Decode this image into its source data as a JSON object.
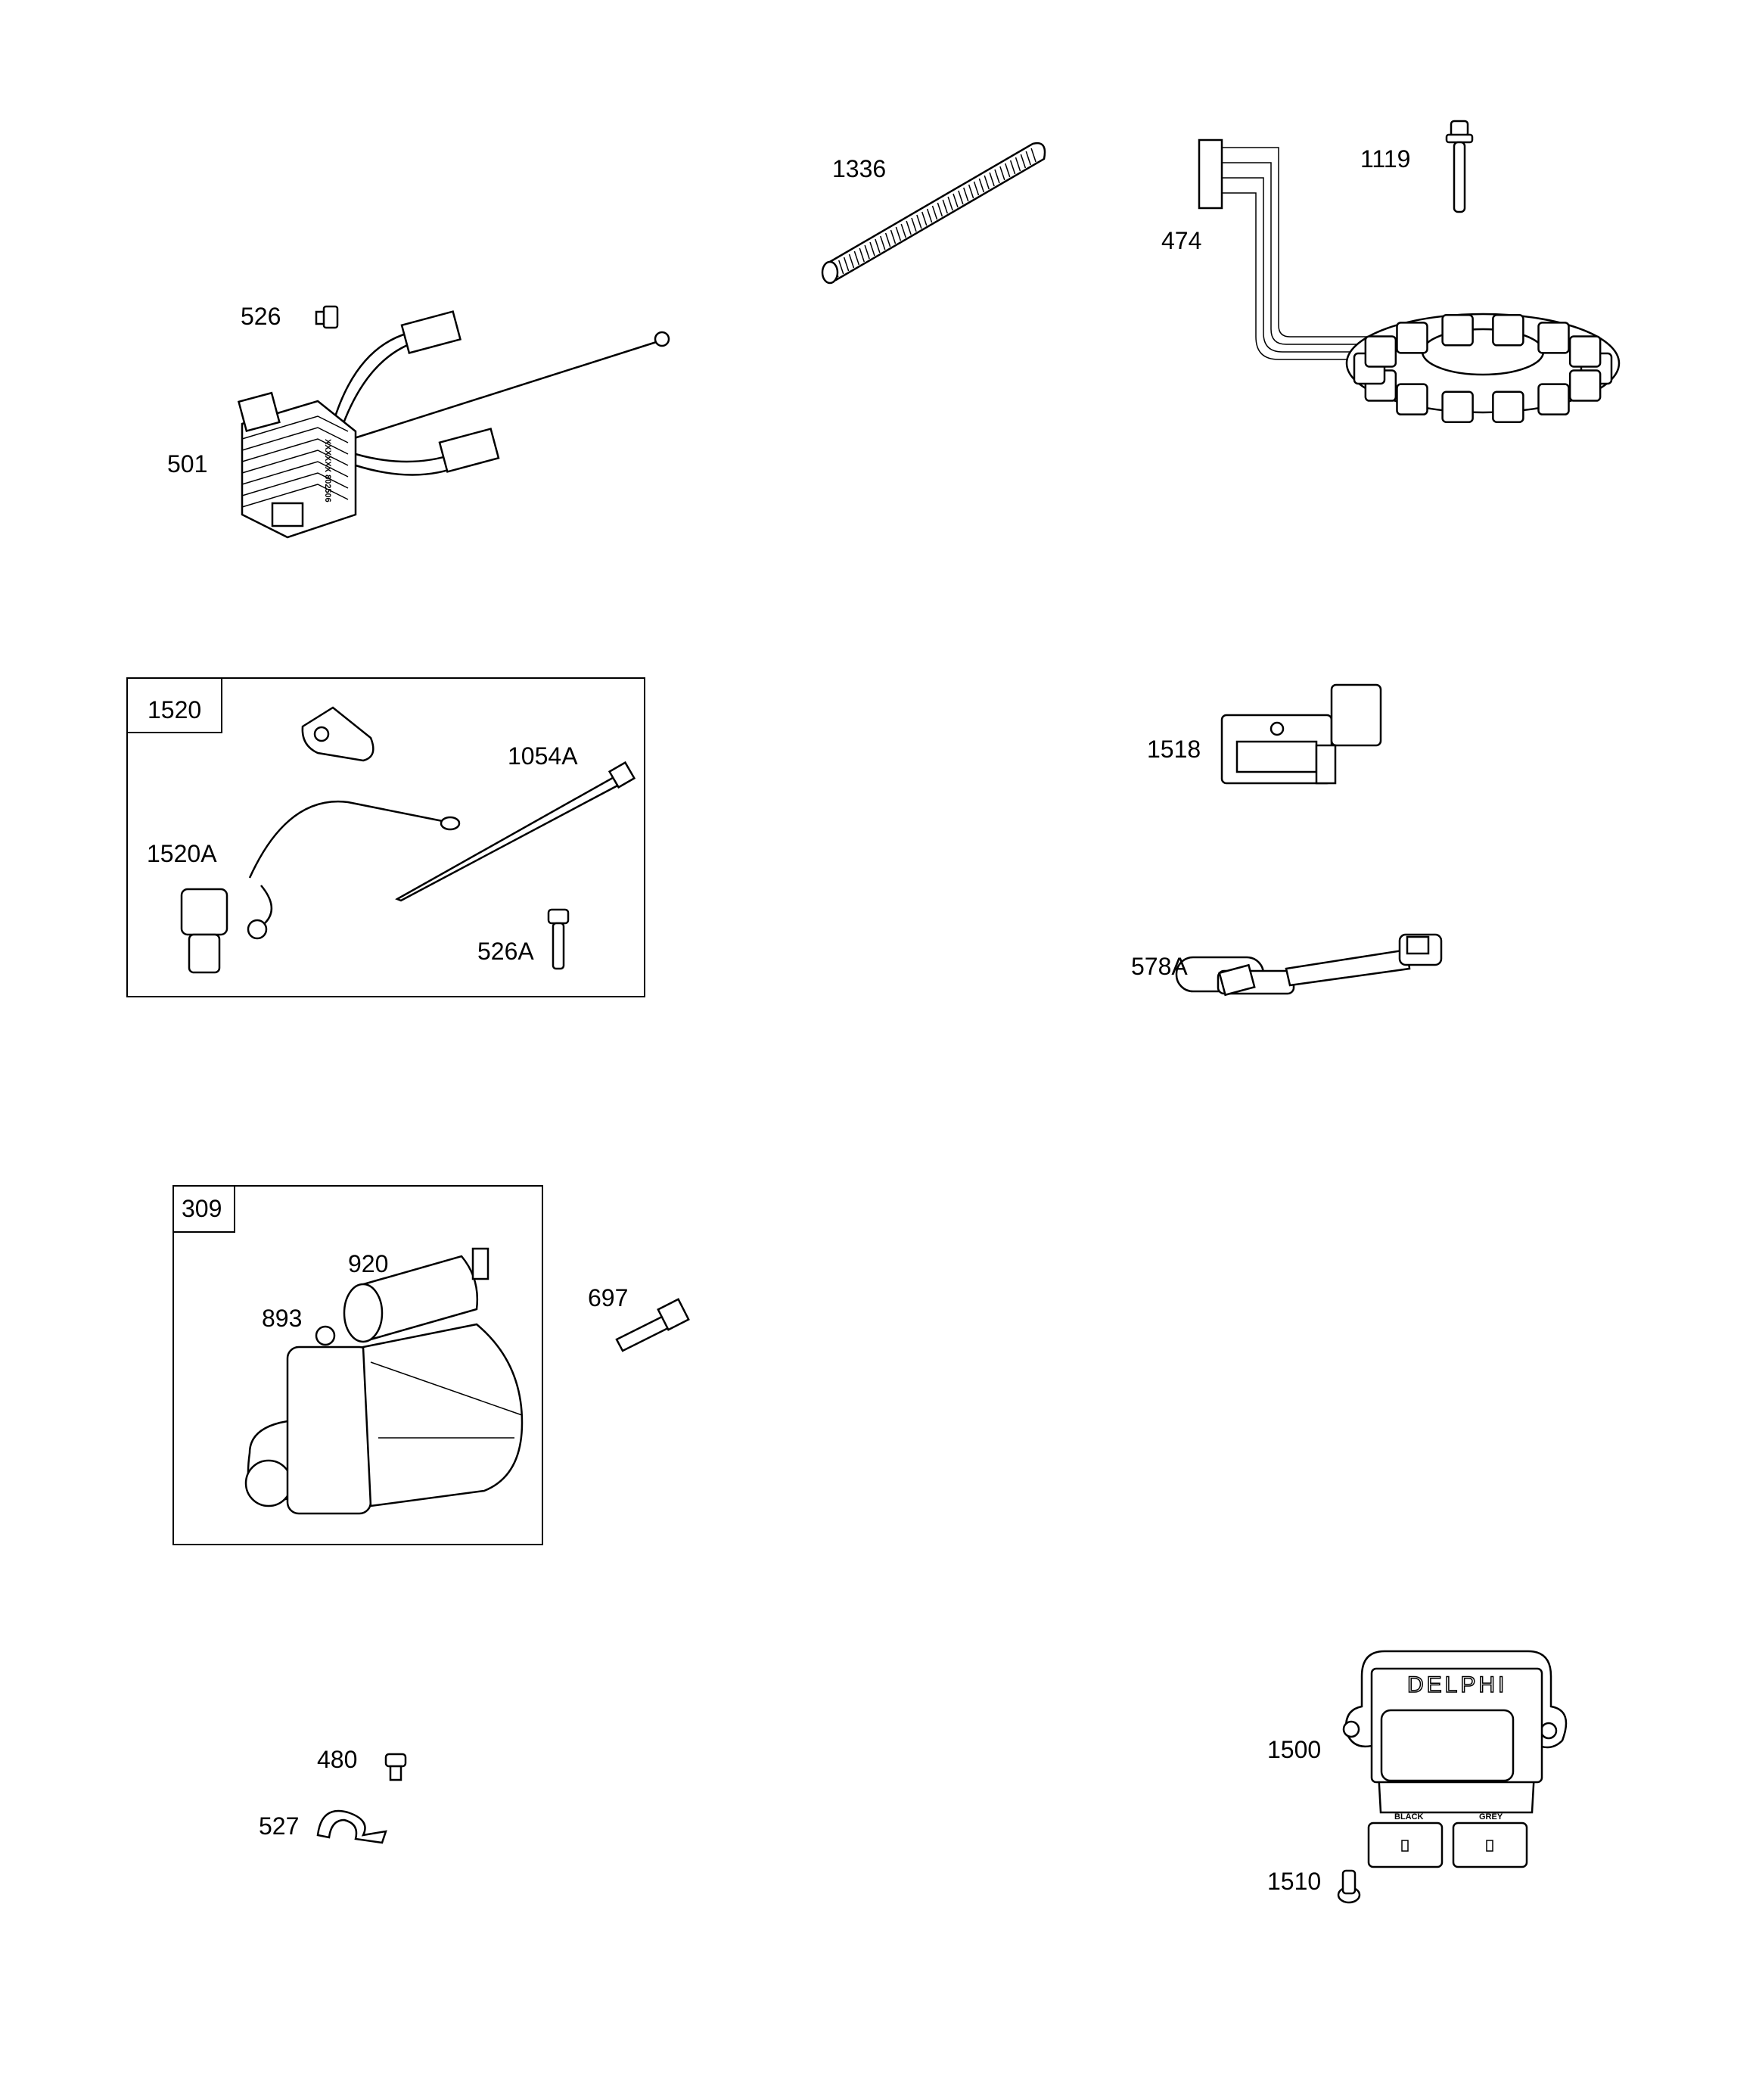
{
  "parts": {
    "p1336": "1336",
    "p1119": "1119",
    "p474": "474",
    "p526": "526",
    "p501": "501",
    "p1520": "1520",
    "p1054A": "1054A",
    "p1520A": "1520A",
    "p526A": "526A",
    "p1518": "1518",
    "p578A": "578A",
    "p309": "309",
    "p920": "920",
    "p893": "893",
    "p697": "697",
    "p480": "480",
    "p527": "527",
    "p1500": "1500",
    "p1510": "1510"
  },
  "markings": {
    "regulator_code": "XXXXXX 802506",
    "module_brand": "DELPHI",
    "connector_left": "BLACK",
    "connector_right": "GREY"
  }
}
